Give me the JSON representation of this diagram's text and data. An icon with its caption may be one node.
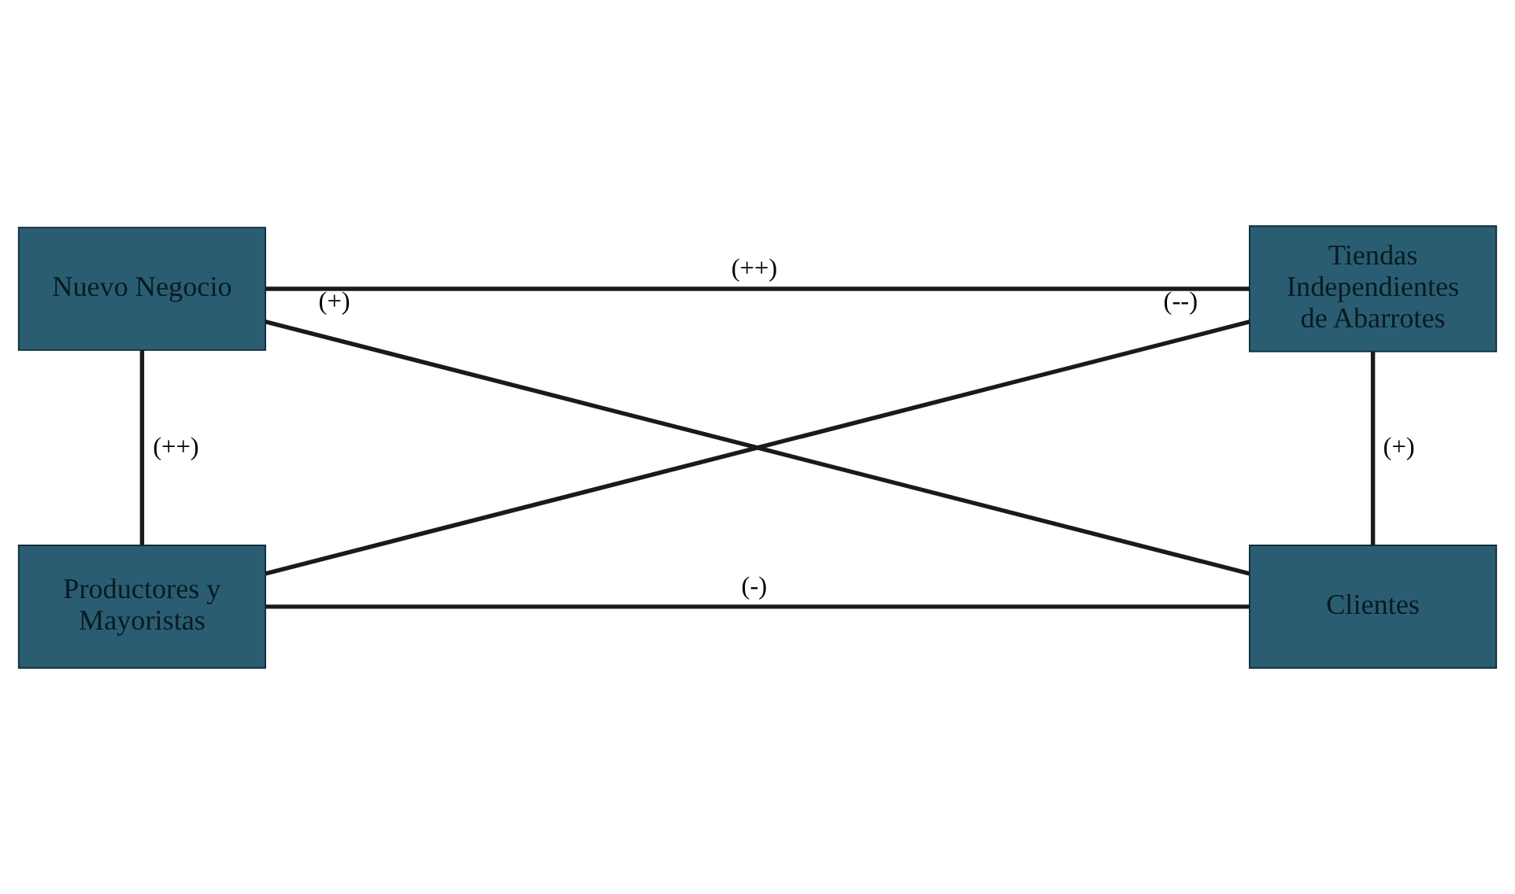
{
  "diagram": {
    "nodes": [
      {
        "text": [
          "Nuevo Negocio"
        ]
      },
      {
        "text": [
          "Tiendas Independientes de Abarrotes"
        ]
      },
      {
        "text": [
          "Productores y Mayoristas"
        ]
      },
      {
        "text": [
          "Clientes"
        ]
      }
    ],
    "edges": [
      {
        "from": 0,
        "to": 1,
        "arrow": "none",
        "label": "(++)"
      },
      {
        "from": 0,
        "to": 2,
        "arrow": "none",
        "label": "(++)"
      },
      {
        "from": 0,
        "to": 3,
        "arrow": "none",
        "label": "(+)"
      },
      {
        "from": 1,
        "to": 2,
        "arrow": "none",
        "label": "(--)"
      },
      {
        "from": 1,
        "to": 3,
        "arrow": "none",
        "label": "(+)"
      },
      {
        "from": 2,
        "to": 3,
        "arrow": "none",
        "label": "(-)"
      }
    ]
  }
}
